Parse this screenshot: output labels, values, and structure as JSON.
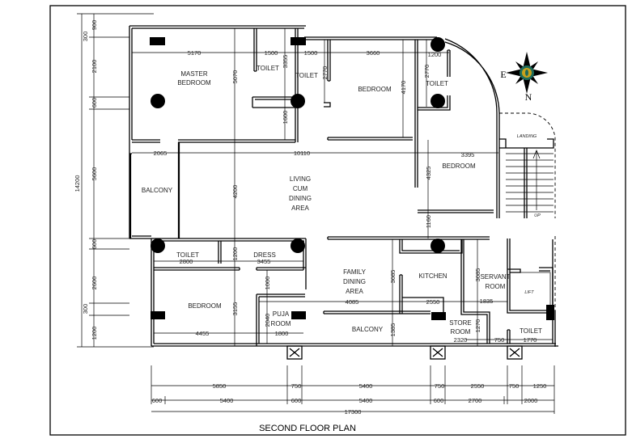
{
  "title": "SECOND FLOOR  PLAN",
  "compass": {
    "east": "E",
    "north": "N",
    "accent": "#c8a21c",
    "ring": "#1e6b5a"
  },
  "rooms": {
    "master_bedroom": [
      "MASTER",
      "BEDROOM"
    ],
    "toilet_1": "TOILET",
    "toilet_2": "TOILET",
    "bedroom_2": "BEDROOM",
    "toilet_3": "TOILET",
    "bedroom_3": "BEDROOM",
    "landing": "LANDING",
    "up": "UP",
    "balcony_1": "BALCONY",
    "living": [
      "LIVING",
      "CUM",
      "DINING",
      "AREA"
    ],
    "toilet_4": "TOILET",
    "dress": "DRESS",
    "bedroom_4": "BEDROOM",
    "puja": [
      "PUJA",
      "ROOM"
    ],
    "family_dining": [
      "FAMILY",
      "DINING",
      "AREA"
    ],
    "kitchen": "KITCHEN",
    "servant": [
      "SERVANT",
      "ROOM"
    ],
    "lift": "LIFT",
    "store": [
      "STORE",
      "ROOM"
    ],
    "balcony_2": "BALCONY",
    "toilet_5": "TOILET"
  },
  "dims": {
    "h": [
      "5170",
      "1500",
      "1500",
      "3660",
      "1200",
      "2065",
      "10110",
      "3395",
      "2800",
      "3455",
      "4455",
      "1800",
      "4085",
      "2550",
      "1835",
      "2320",
      "750",
      "1770"
    ],
    "v": [
      "3355",
      "5070",
      "2770",
      "2770",
      "4170",
      "1600",
      "4200",
      "4325",
      "1160",
      "1200",
      "1000",
      "3155",
      "2040",
      "3085",
      "3085",
      "1385",
      "1270"
    ],
    "left": [
      "900",
      "300",
      "2100",
      "600",
      "5600",
      "600",
      "2600",
      "300",
      "1200",
      "14200"
    ],
    "bottom_row1": [
      "5850",
      "750",
      "5400",
      "750",
      "2550",
      "750",
      "1250"
    ],
    "bottom_row2": [
      "600",
      "5400",
      "600",
      "5400",
      "600",
      "2700",
      "2000"
    ],
    "total": "17300"
  }
}
